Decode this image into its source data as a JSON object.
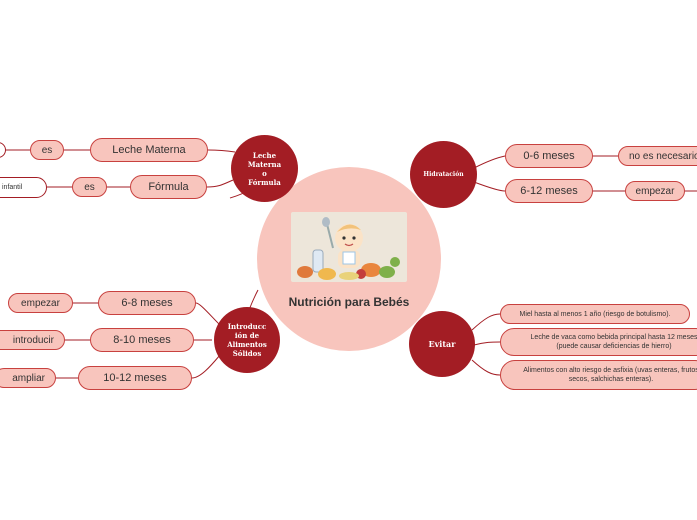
{
  "center": {
    "title": "Nutrición para Bebés",
    "image": "baby-with-food-illustration"
  },
  "hubs": {
    "leche": "Leche\nMaterna\no\nFórmula",
    "hidratacion": "Hidratación",
    "introduccion": "Introducc\nión de\nAlimentos\nSólidos",
    "evitar": "Evitar"
  },
  "leche_branch": {
    "materna_label": "Leche Materna",
    "materna_verb": "es",
    "formula_label": "Fórmula",
    "formula_verb": "es",
    "formula_tail": "infantil"
  },
  "hidratacion_branch": {
    "m1_label": "0-6 meses",
    "m1_tail": "no es necesario",
    "m2_label": "6-12 meses",
    "m2_tail": "empezar"
  },
  "solidos_branch": {
    "r1_label": "6-8 meses",
    "r1_tail": "empezar",
    "r2_label": "8-10 meses",
    "r2_tail": "introducir",
    "r3_label": "10-12 meses",
    "r3_tail": "ampliar"
  },
  "evitar_branch": {
    "e1": "Miel hasta al menos 1 año (riesgo de botulismo).",
    "e2": "Leche de vaca como bebida principal hasta 12 meses (puede causar deficiencias de hierro)",
    "e3": "Alimentos con alto riesgo de asfixia (uvas enteras, frutos secos, salchichas enteras)."
  },
  "colors": {
    "hub": "#a31d24",
    "pill": "#f8c5bd",
    "line": "#a31d24"
  }
}
